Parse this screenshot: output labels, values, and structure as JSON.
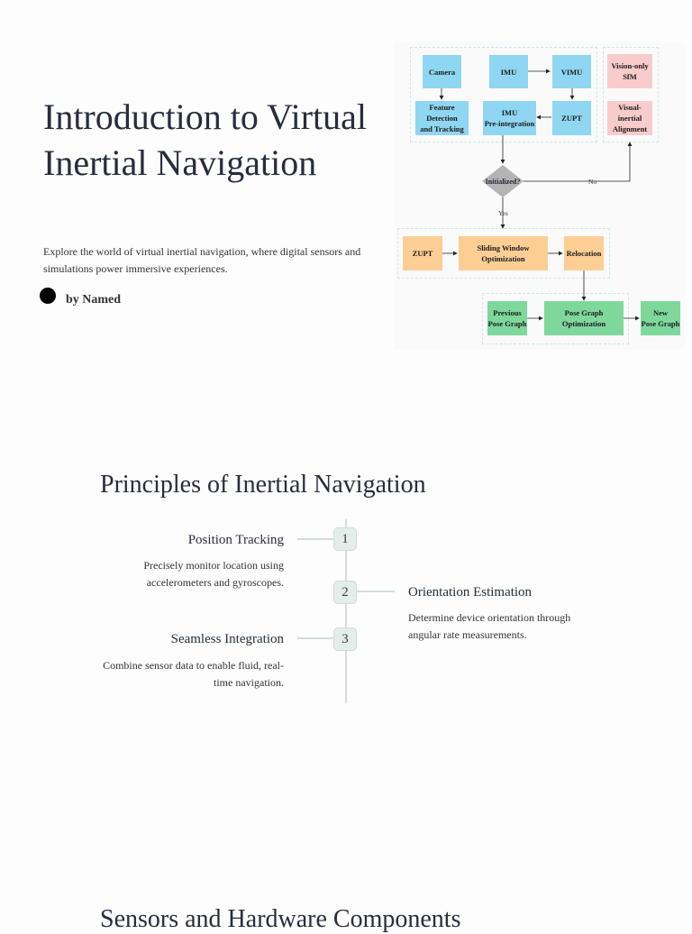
{
  "hero": {
    "title": "Introduction to Virtual Inertial Navigation",
    "description": "Explore the world of virtual inertial navigation, where digital sensors and simulations power immersive experiences.",
    "author": "by Named"
  },
  "diagram": {
    "nodes": {
      "camera": "Camera",
      "imu": "IMU",
      "vimu": "VIMU",
      "vision_sfm": "Vision-only\nSfM",
      "feature": "Feature Detection\nand Tracking",
      "imu_preint": "IMU\nPre-integration",
      "zupt_top": "ZUPT",
      "vis_align": "Visual-inertial\nAlignment",
      "initialized": "Initialized?",
      "zupt_mid": "ZUPT",
      "sliding": "Sliding Window Optimization",
      "relocation": "Relocation",
      "prev_pose": "Previous\nPose Graph",
      "pose_opt": "Pose Graph Optimization",
      "new_pose": "New\nPose Graph"
    },
    "labels": {
      "no": "No",
      "yes": "Yes"
    },
    "colors": {
      "blue": "#8fd6f2",
      "pink": "#f8cccb",
      "orange": "#fcce93",
      "green": "#7ed89c",
      "decision": "#b4b4b4"
    }
  },
  "principles": {
    "title": "Principles of Inertial Navigation",
    "items": [
      {
        "number": "1",
        "heading": "Position Tracking",
        "text": "Precisely monitor location using accelerometers and gyroscopes."
      },
      {
        "number": "2",
        "heading": "Orientation Estimation",
        "text": "Determine device orientation through angular rate measurements."
      },
      {
        "number": "3",
        "heading": "Seamless Integration",
        "text": "Combine sensor data to enable fluid, real-time navigation."
      }
    ]
  },
  "sensors": {
    "title": "Sensors and Hardware Components"
  }
}
